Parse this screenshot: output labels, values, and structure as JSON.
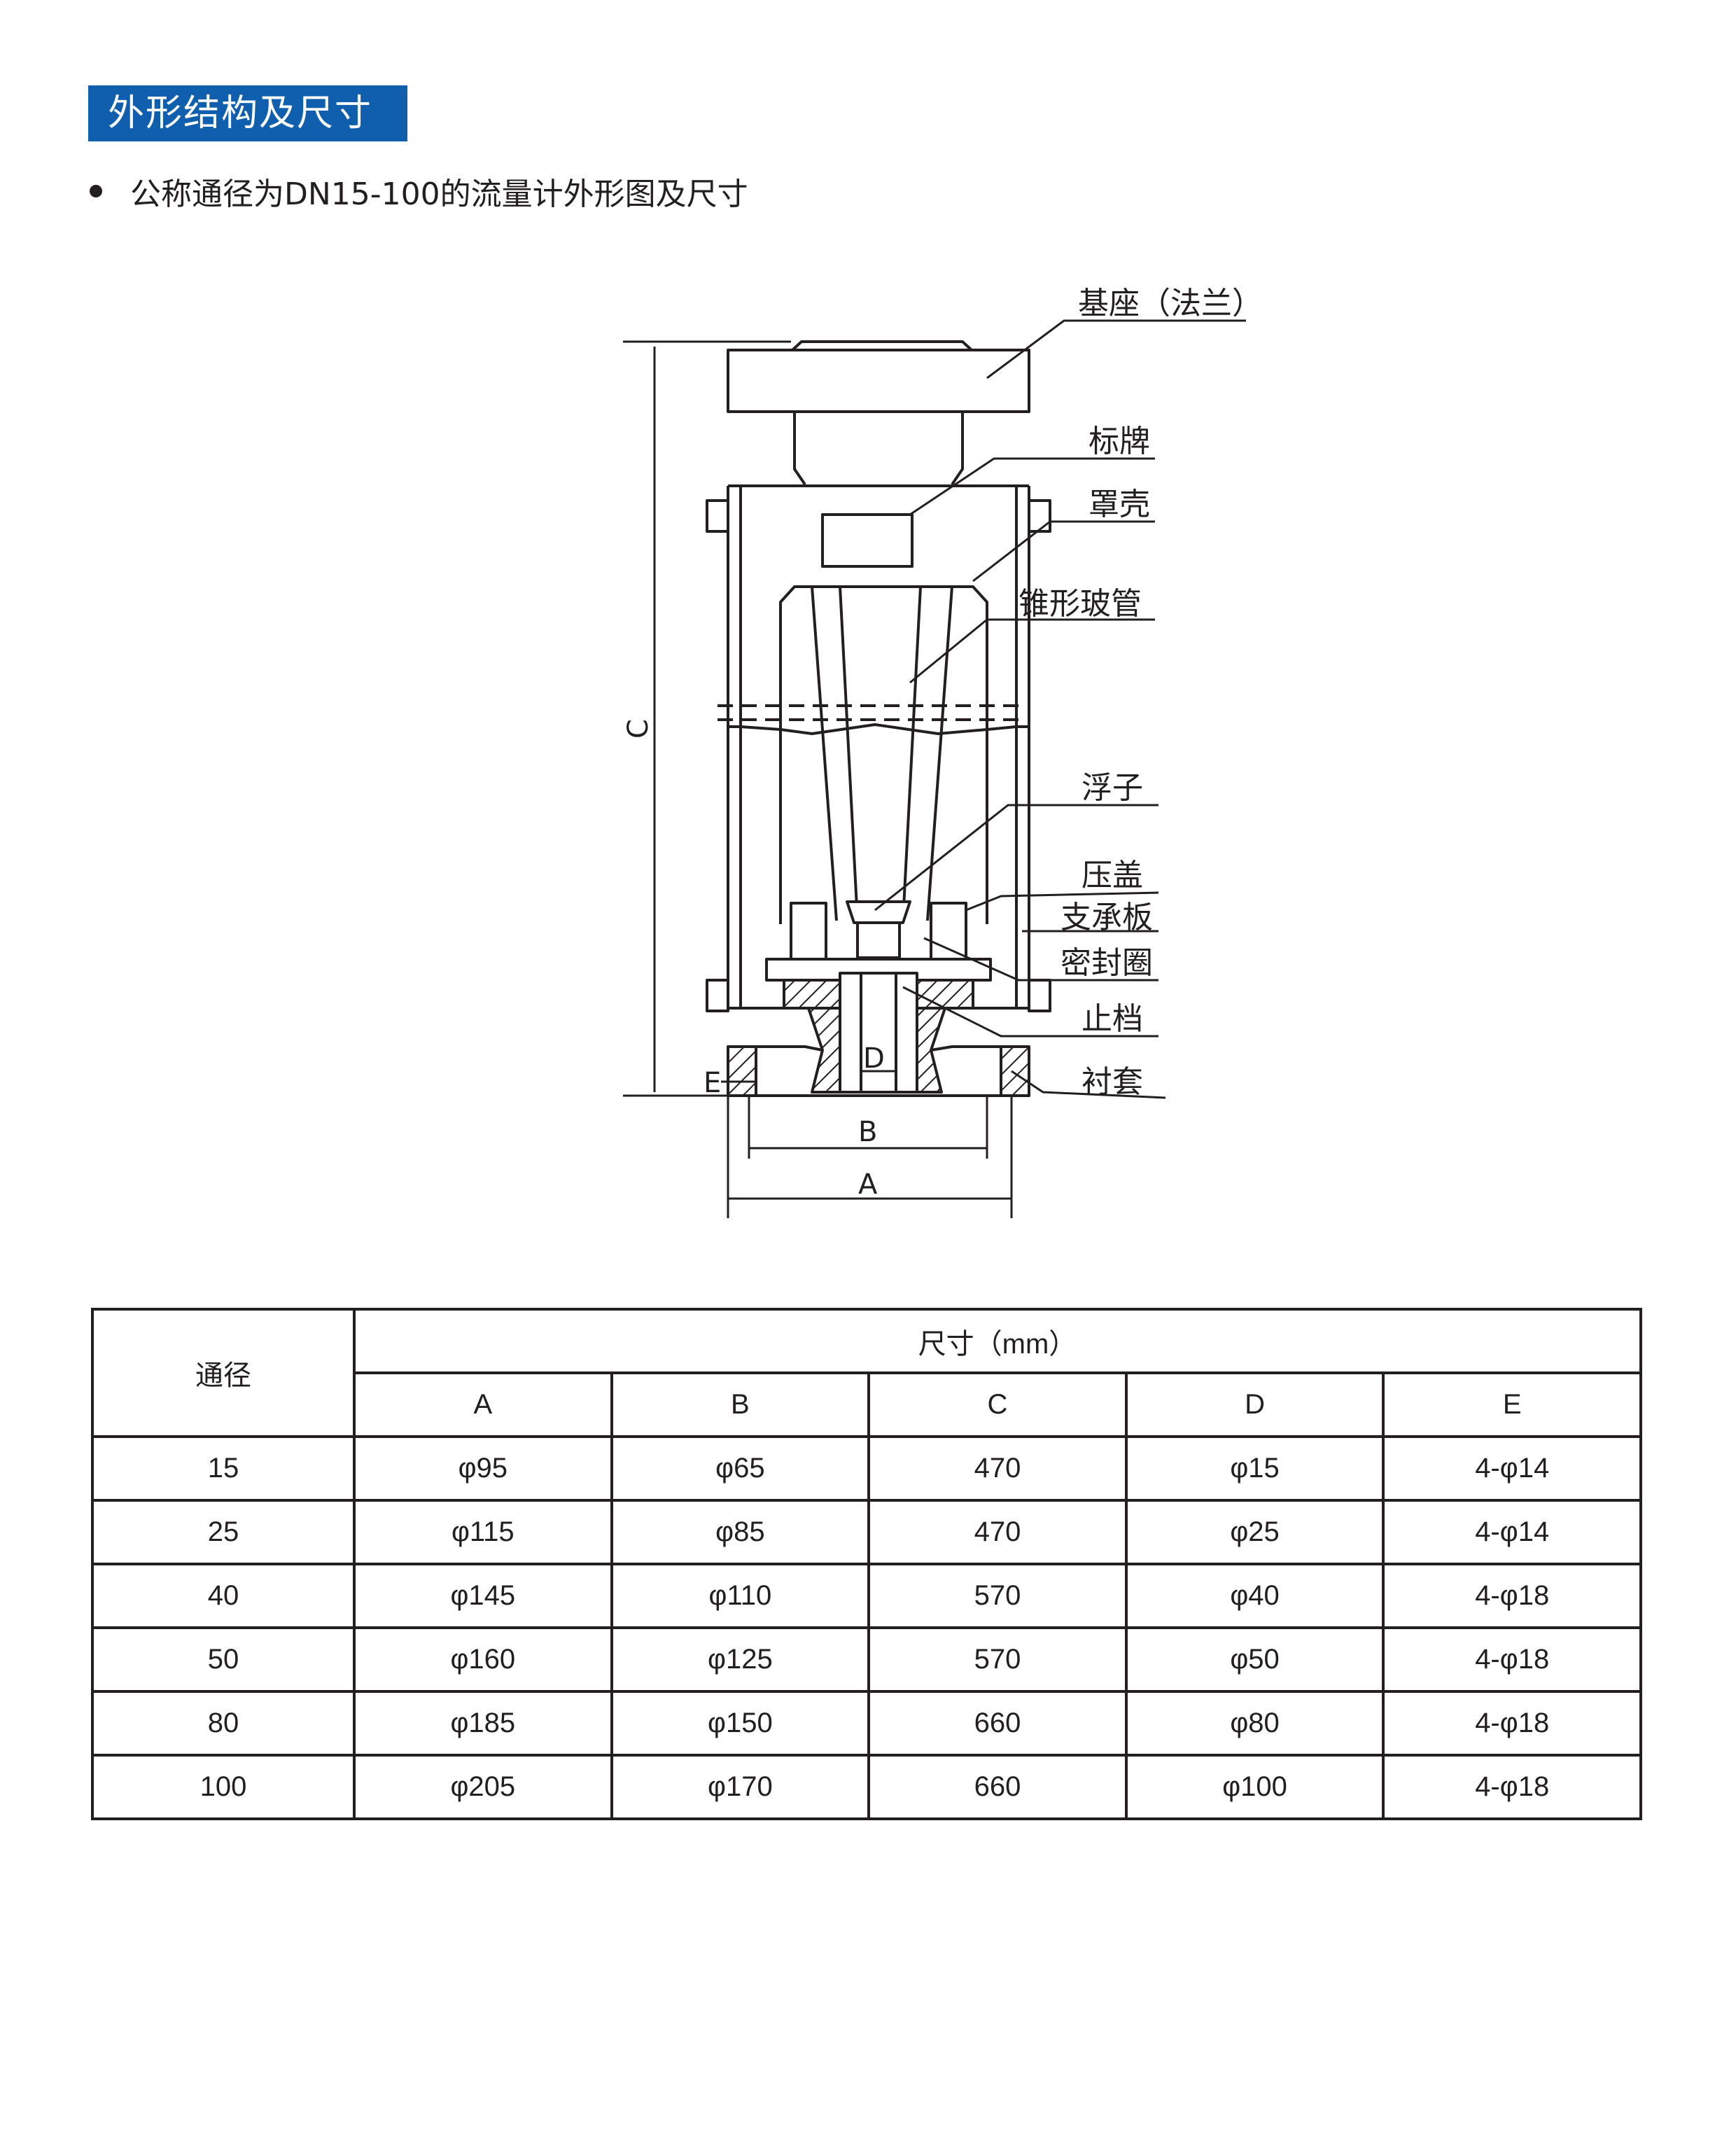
{
  "section": {
    "title": "外形结构及尺寸"
  },
  "intro": {
    "text": "公称通径为DN15-100的流量计外形图及尺寸"
  },
  "diagram": {
    "labels": {
      "base": "基座（法兰）",
      "nameplate": "标牌",
      "housing": "罩壳",
      "cone_tube": "锥形玻管",
      "float": "浮子",
      "gland": "压盖",
      "support": "支承板",
      "seal": "密封圈",
      "stop": "止档",
      "liner": "衬套"
    },
    "dims": {
      "A": "A",
      "B": "B",
      "C": "C",
      "D": "D",
      "E": "E"
    }
  },
  "table": {
    "bore_header": "通径",
    "size_header": "尺寸（mm）",
    "columns": [
      "A",
      "B",
      "C",
      "D",
      "E"
    ],
    "rows": [
      [
        "15",
        "φ95",
        "φ65",
        "470",
        "φ15",
        "4-φ14"
      ],
      [
        "25",
        "φ115",
        "φ85",
        "470",
        "φ25",
        "4-φ14"
      ],
      [
        "40",
        "φ145",
        "φ110",
        "570",
        "φ40",
        "4-φ18"
      ],
      [
        "50",
        "φ160",
        "φ125",
        "570",
        "φ50",
        "4-φ18"
      ],
      [
        "80",
        "φ185",
        "φ150",
        "660",
        "φ80",
        "4-φ18"
      ],
      [
        "100",
        "φ205",
        "φ170",
        "660",
        "φ100",
        "4-φ18"
      ]
    ]
  }
}
